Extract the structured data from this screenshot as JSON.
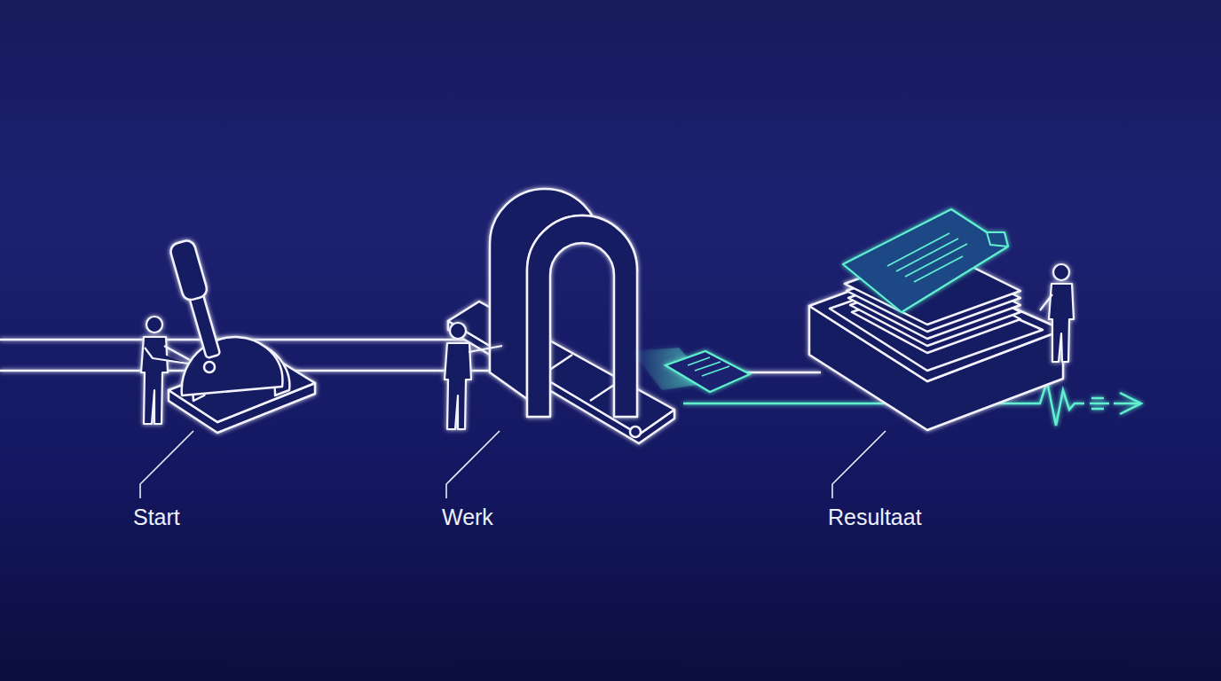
{
  "diagram": {
    "labels": [
      "Start",
      "Werk",
      "Resultaat"
    ]
  }
}
